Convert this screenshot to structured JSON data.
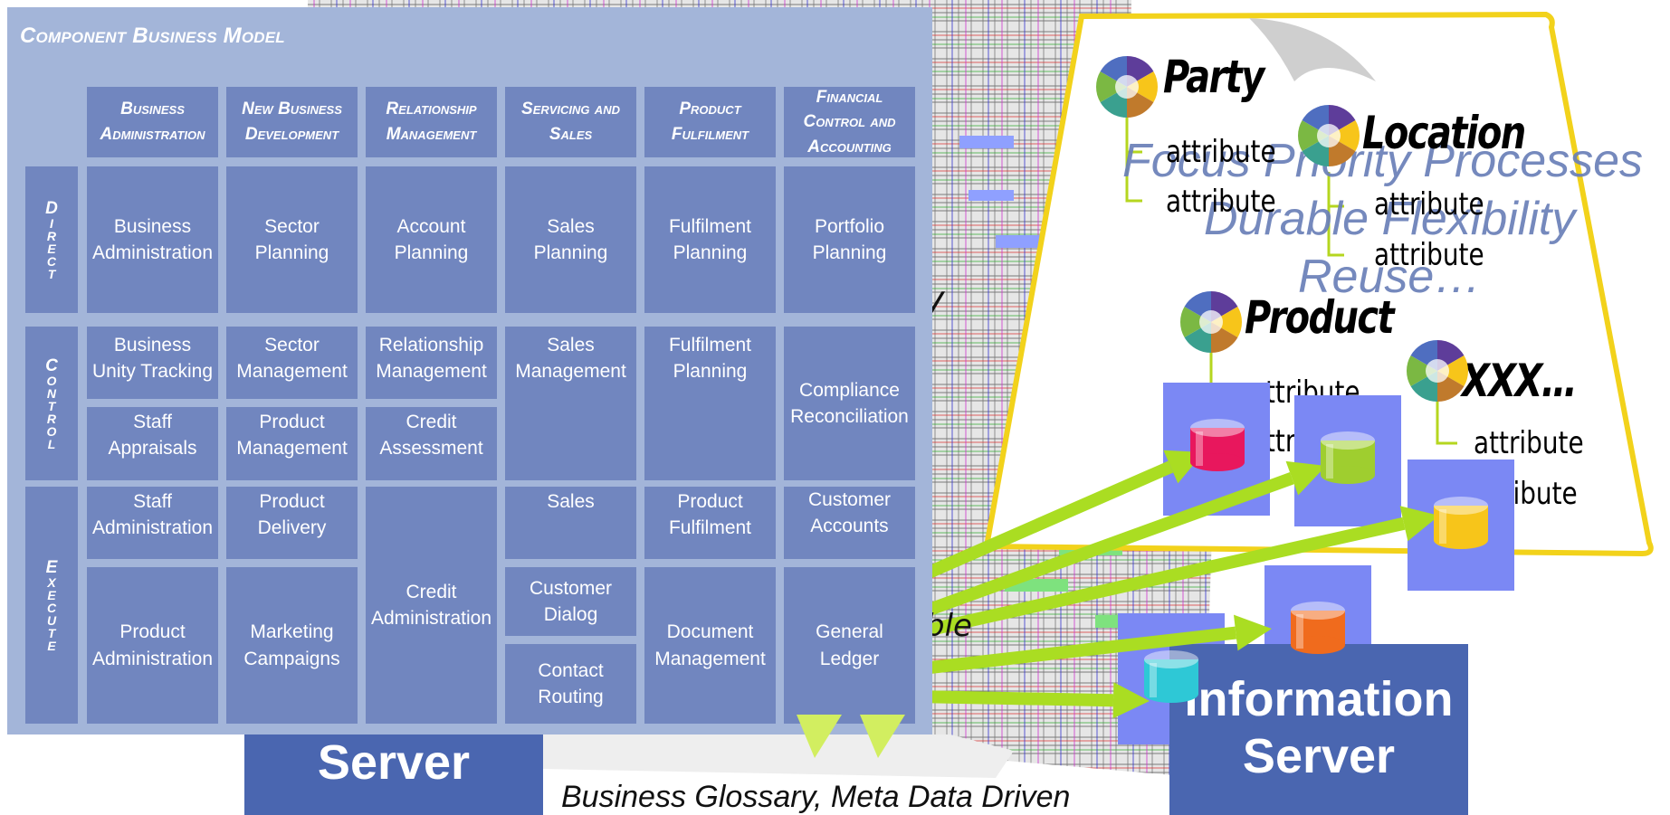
{
  "cbm": {
    "title": "Component Business Model",
    "columns": [
      "Business Administration",
      "New Business Development",
      "Relationship Management",
      "Servicing and Sales",
      "Product Fulfilment",
      "Financial Control and Accounting"
    ],
    "rows": [
      "DIRECT",
      "CONTROL",
      "EXECUTE"
    ],
    "cells": {
      "direct": [
        "Business Administration",
        "Sector Planning",
        "Account Planning",
        "Sales Planning",
        "Fulfilment Planning",
        "Portfolio Planning"
      ],
      "control_top": [
        "Business Unity Tracking",
        "Sector Management",
        "Relationship Management"
      ],
      "control_bottom": [
        "Staff Appraisals",
        "Product Management",
        "Credit Assessment"
      ],
      "sales_management": "Sales Management",
      "control_fulfilment": "Fulfilment Planning",
      "compliance": "Compliance Reconciliation",
      "exec_top": [
        "Staff Administration",
        "Product Delivery"
      ],
      "credit_admin": "Credit Administration",
      "sales": "Sales",
      "product_fulfilment": "Product Fulfilment",
      "customer_accounts": "Customer Accounts",
      "exec_bottom": [
        "Product Administration",
        "Marketing Campaigns"
      ],
      "customer_dialog": "Customer Dialog",
      "contact_routing": "Contact Routing",
      "document_management": "Document Management",
      "general_ledger": "General Ledger"
    }
  },
  "entities": [
    {
      "name": "Party",
      "color": "#5e3d9a"
    },
    {
      "name": "Location",
      "color": "#5e3d9a"
    },
    {
      "name": "Product",
      "color": "#5e3d9a"
    },
    {
      "name": "XXX…",
      "color": "#5e3d9a"
    }
  ],
  "attribute_label": "attribute",
  "attribute_partial_a": "ttribute",
  "attribute_partial_b": "ttri",
  "attribute_partial_c": "ribute",
  "ghost_text": {
    "line1": "Focus Priority Processes",
    "line2": "Durable Flexibility",
    "line3": "Reuse…"
  },
  "fragments": {
    "frag1": "y",
    "frag2": "ble"
  },
  "servers": {
    "left": {
      "line1": "Server"
    },
    "right": {
      "line1": "Information",
      "line2": "Server"
    }
  },
  "caption": "Business Glossary,  Meta Data Driven",
  "colors": {
    "cbm_panel": "#a3b5d9",
    "cbm_cell": "#7186bf",
    "server_box": "#4a66b0",
    "arrow": "#aadd22",
    "card_border": "#f2d21b",
    "db_box": "#7b88f4"
  },
  "databases": [
    {
      "name": "pink",
      "color": "#e8175d"
    },
    {
      "name": "green",
      "color": "#9fce2f"
    },
    {
      "name": "yellow",
      "color": "#f7c51a"
    },
    {
      "name": "orange",
      "color": "#f06b1d"
    },
    {
      "name": "cyan",
      "color": "#2ec8d6"
    }
  ]
}
